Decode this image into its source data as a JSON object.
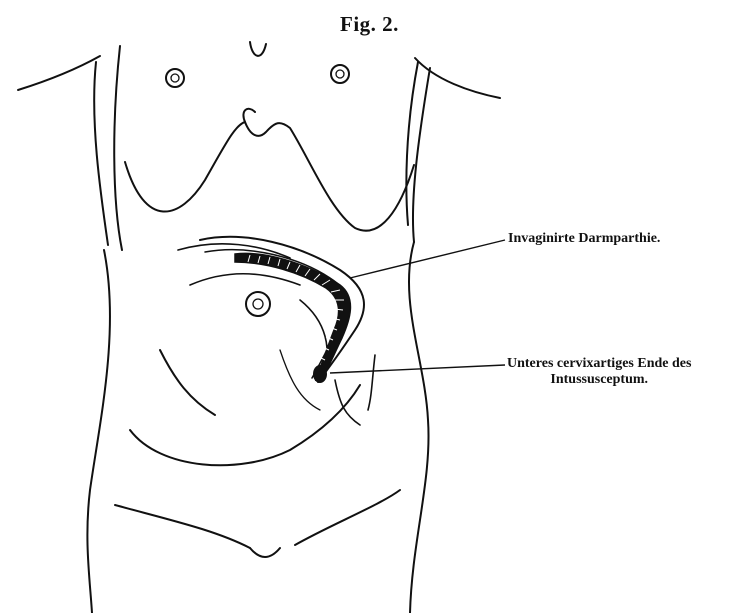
{
  "figure": {
    "title": "Fig. 2."
  },
  "labels": {
    "invaginated": "Invaginirte Darmparthie.",
    "lower_end_line1": "Unteres cervixartiges Ende des",
    "lower_end_line2": "Intussusceptum."
  },
  "colors": {
    "ink": "#111111",
    "background": "#ffffff"
  }
}
